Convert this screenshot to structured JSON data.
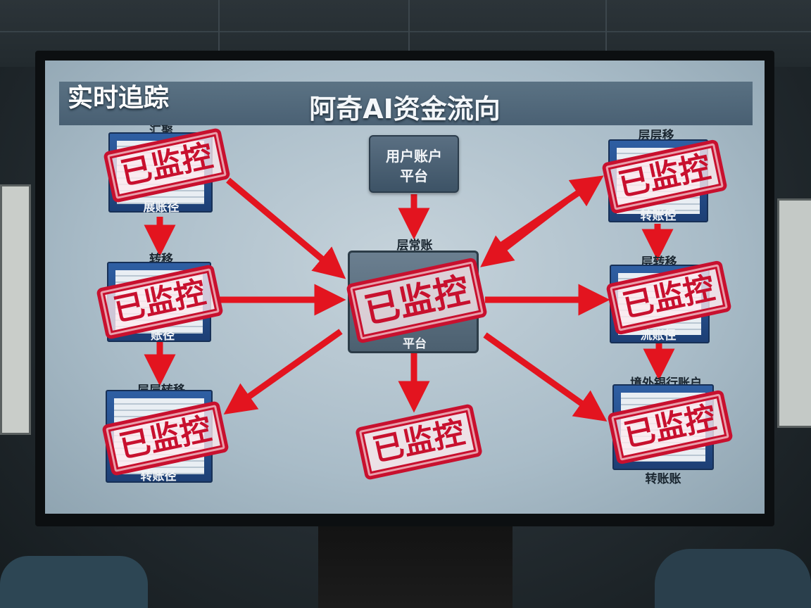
{
  "screen": {
    "corner_title": "实时追踪",
    "title": "阿奇AI资金流向"
  },
  "source": {
    "line1": "用户账户",
    "line2": "平台"
  },
  "hub": {
    "top_label": "层常账",
    "bottom_label": "平台"
  },
  "left_nodes": [
    {
      "top_label": "汇聚",
      "bottom_label": "展账径"
    },
    {
      "top_label": "转移",
      "bottom_label": "账径"
    },
    {
      "top_label": "层层转移",
      "bottom_label": "转账径"
    }
  ],
  "right_nodes": [
    {
      "top_label": "层层移",
      "bottom_label": "转账径"
    },
    {
      "top_label": "层转移",
      "bottom_label": "流账径"
    },
    {
      "top_label": "境外银行账户",
      "bottom_label": "转账账"
    }
  ],
  "stamp_text": "已监控",
  "colors": {
    "stamp_red": "#c8102e",
    "arrow_red": "#e3141f",
    "node_blue": "#2f5fa3",
    "title_bar": "#4a6274"
  }
}
